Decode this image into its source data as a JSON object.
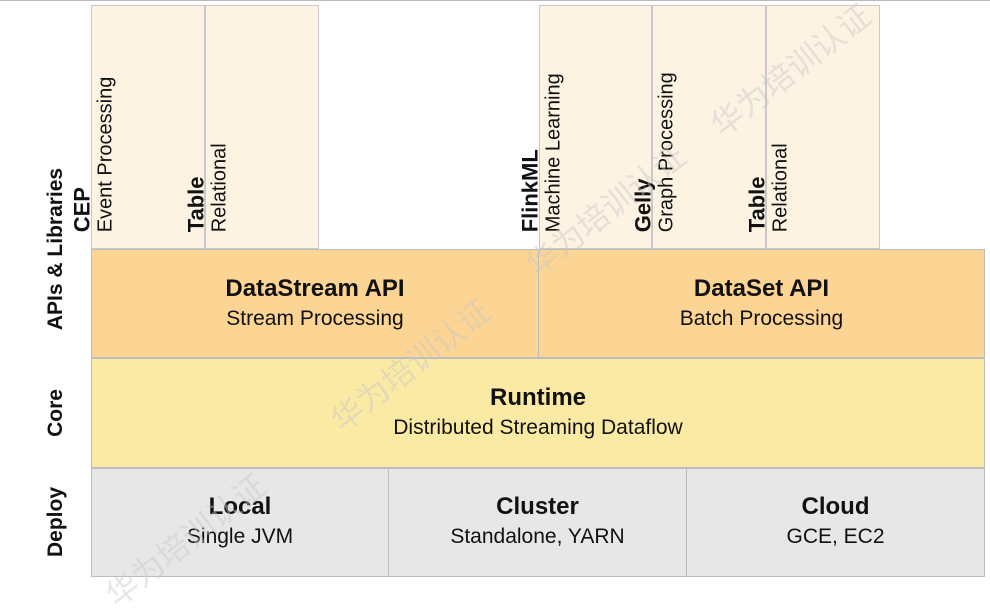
{
  "layers": {
    "apis_libraries": "APIs & Libraries",
    "core": "Core",
    "deploy": "Deploy"
  },
  "libraries": [
    {
      "title": "CEP",
      "subtitle": "Event Processing"
    },
    {
      "title": "Table",
      "subtitle": "Relational"
    },
    {
      "title": "FlinkML",
      "subtitle": "Machine Learning"
    },
    {
      "title": "Gelly",
      "subtitle": "Graph Processing"
    },
    {
      "title": "Table",
      "subtitle": "Relational"
    }
  ],
  "apis": {
    "datastream": {
      "title": "DataStream API",
      "subtitle": "Stream Processing"
    },
    "dataset": {
      "title": "DataSet API",
      "subtitle": "Batch Processing"
    }
  },
  "runtime": {
    "title": "Runtime",
    "subtitle": "Distributed Streaming Dataflow"
  },
  "deploy": [
    {
      "title": "Local",
      "subtitle": "Single JVM"
    },
    {
      "title": "Cluster",
      "subtitle": "Standalone, YARN"
    },
    {
      "title": "Cloud",
      "subtitle": "GCE, EC2"
    }
  ],
  "watermark": "华为培训认证",
  "colors": {
    "library_fill": "#fdf3e3",
    "api_fill": "#fcd493",
    "core_fill": "#fbeaa4",
    "deploy_fill": "#e7e7e7"
  }
}
